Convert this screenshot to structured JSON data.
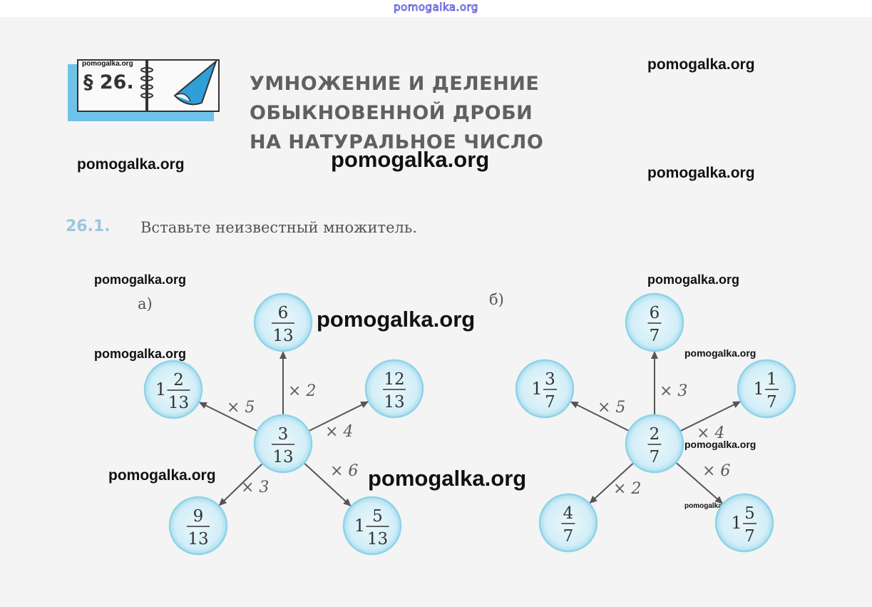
{
  "site": {
    "header": "pomogalka.org"
  },
  "watermark": "pomogalka.org",
  "section": {
    "label": "§ 26.",
    "title_lines": [
      "УМНОЖЕНИЕ И ДЕЛЕНИЕ",
      "ОБЫКНОВЕННОЙ ДРОБИ",
      "НА НАТУРАЛЬНОЕ ЧИСЛО"
    ]
  },
  "exercise": {
    "number": "26.1.",
    "text": "Вставьте неизвестный множитель.",
    "parts": [
      {
        "label": "а)",
        "center": {
          "num": "3",
          "den": "13"
        },
        "branches": [
          {
            "label": "× 2",
            "result": {
              "whole": "",
              "num": "6",
              "den": "13"
            }
          },
          {
            "label": "× 4",
            "result": {
              "whole": "",
              "num": "12",
              "den": "13"
            }
          },
          {
            "label": "× 6",
            "result": {
              "whole": "1",
              "num": "5",
              "den": "13"
            }
          },
          {
            "label": "× 3",
            "result": {
              "whole": "",
              "num": "9",
              "den": "13"
            }
          },
          {
            "label": "× 5",
            "result": {
              "whole": "1",
              "num": "2",
              "den": "13"
            }
          }
        ]
      },
      {
        "label": "б)",
        "center": {
          "num": "2",
          "den": "7"
        },
        "branches": [
          {
            "label": "× 3",
            "result": {
              "whole": "",
              "num": "6",
              "den": "7"
            }
          },
          {
            "label": "× 4",
            "result": {
              "whole": "1",
              "num": "1",
              "den": "7"
            }
          },
          {
            "label": "× 6",
            "result": {
              "whole": "1",
              "num": "5",
              "den": "7"
            }
          },
          {
            "label": "× 2",
            "result": {
              "whole": "",
              "num": "4",
              "den": "7"
            }
          },
          {
            "label": "× 5",
            "result": {
              "whole": "1",
              "num": "3",
              "den": "7"
            }
          }
        ]
      }
    ]
  },
  "colors": {
    "circle_fill": "#d6eef6",
    "circle_stroke": "#8fd3e8",
    "accent_blue": "#6fc3e8"
  }
}
